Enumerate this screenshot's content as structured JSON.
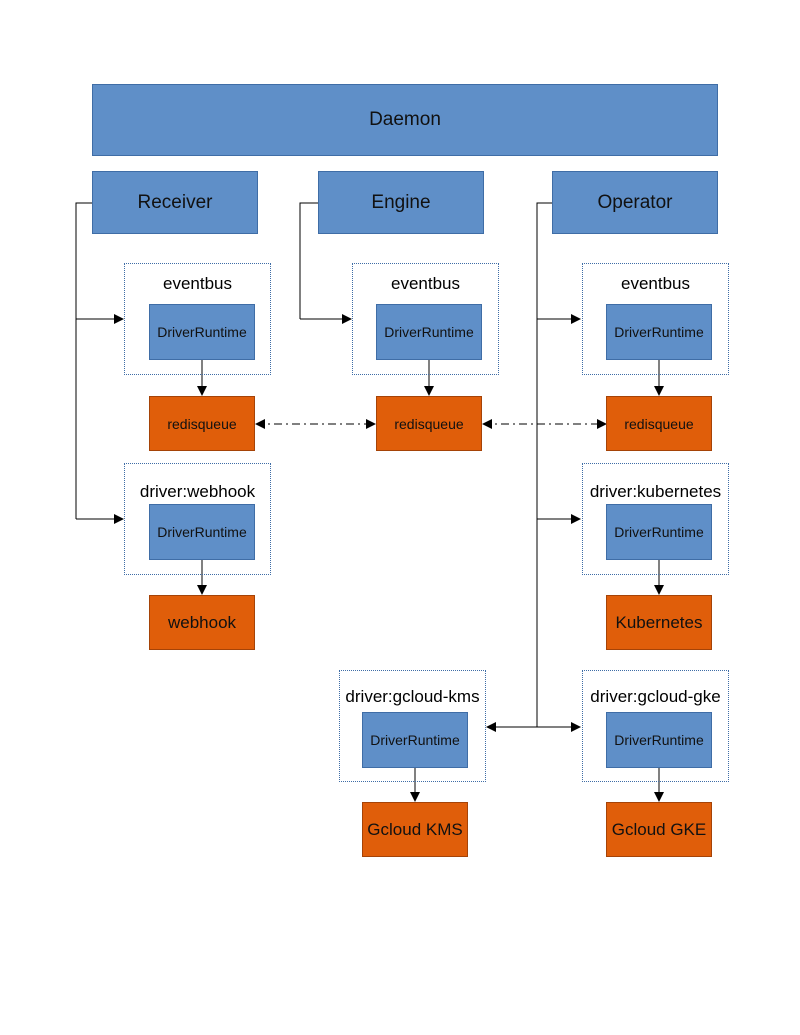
{
  "daemon": "Daemon",
  "components": {
    "receiver": "Receiver",
    "engine": "Engine",
    "operator": "Operator"
  },
  "groups": {
    "receiver_eventbus": {
      "label": "eventbus",
      "inner": "DriverRuntime"
    },
    "engine_eventbus": {
      "label": "eventbus",
      "inner": "DriverRuntime"
    },
    "operator_eventbus": {
      "label": "eventbus",
      "inner": "DriverRuntime"
    },
    "driver_webhook": {
      "label": "driver:webhook",
      "inner": "DriverRuntime"
    },
    "driver_kubernetes": {
      "label": "driver:kubernetes",
      "inner": "DriverRuntime"
    },
    "driver_gcloud_kms": {
      "label": "driver:gcloud-kms",
      "inner": "DriverRuntime"
    },
    "driver_gcloud_gke": {
      "label": "driver:gcloud-gke",
      "inner": "DriverRuntime"
    }
  },
  "backends": {
    "redisqueue_receiver": "redisqueue",
    "redisqueue_engine": "redisqueue",
    "redisqueue_operator": "redisqueue",
    "webhook": "webhook",
    "kubernetes": "Kubernetes",
    "gcloud_kms": "Gcloud KMS",
    "gcloud_gke": "Gcloud GKE"
  },
  "colors": {
    "component_fill": "#5f8fc8",
    "backend_fill": "#e05e0a",
    "group_border": "#3f6da6"
  }
}
